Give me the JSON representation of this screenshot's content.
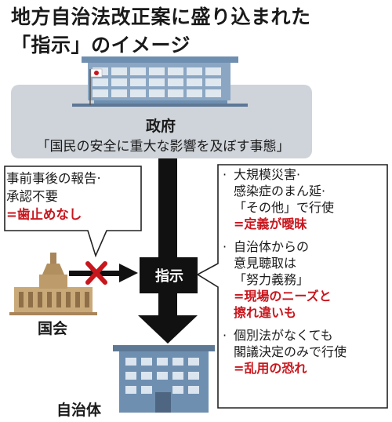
{
  "title": {
    "line1": "地方自治法改正案に盛り込まれた",
    "line2": "「指示」のイメージ"
  },
  "government": {
    "label": "政府",
    "condition": "「国民の安全に重大な影響を及ぼす事態」"
  },
  "left_note": {
    "line1": "事前事後の報告·",
    "line2": "承認不要",
    "emphasis": "=歯止めなし"
  },
  "diet": {
    "label": "国会"
  },
  "instruction": {
    "label": "指示"
  },
  "local_gov": {
    "label": "自治体"
  },
  "right_notes": {
    "bullet": "·",
    "items": [
      {
        "lines": [
          "大規模災害·",
          "感染症のまん延·",
          "「その他」で行使"
        ],
        "emphasis": [
          "=定義が曖昧"
        ]
      },
      {
        "lines": [
          "自治体からの",
          "意見聴取は",
          "「努力義務」"
        ],
        "emphasis": [
          "=現場のニーズと",
          "擦れ違いも"
        ]
      },
      {
        "lines": [
          "個別法がなくても",
          "閣議決定のみで行使"
        ],
        "emphasis": [
          "=乱用の恐れ"
        ]
      }
    ]
  },
  "colors": {
    "panel_bg": "#cfd4da",
    "building_blue": "#6f8fb0",
    "accent_red": "#c8161d",
    "arrow_black": "#111111",
    "diet_tan": "#c9a978"
  },
  "icons": [
    "japan-flag-icon",
    "government-building-icon",
    "diet-building-icon",
    "local-government-building-icon",
    "cross-mark-icon"
  ]
}
